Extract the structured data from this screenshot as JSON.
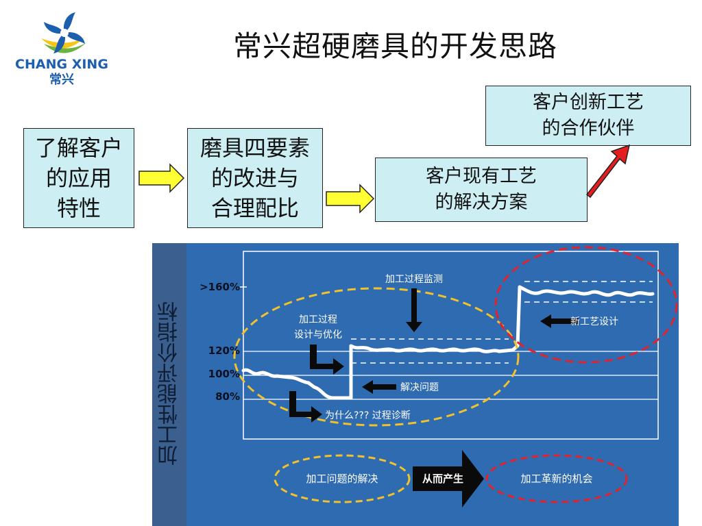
{
  "logo": {
    "text_en": "CHANG XING",
    "text_cn": "常兴"
  },
  "title": "常兴超硬磨具的开发思路",
  "flow": {
    "box1": [
      "了解客户",
      "的应用",
      "特性"
    ],
    "box2": [
      "磨具四要素",
      "的改进与",
      "合理配比"
    ],
    "box3": [
      "客户现有工艺",
      "的解决方案"
    ],
    "box4": [
      "客户创新工艺",
      "的合作伙伴"
    ]
  },
  "diagram": {
    "vertical_label": "加工性能评价指标",
    "y_ticks": [
      ">160%",
      "120%",
      "100%",
      "80%"
    ],
    "annotations": {
      "monitoring": "加工过程监测",
      "design_opt_line1": "加工过程",
      "design_opt_line2": "设计与优化",
      "solve": "解决问题",
      "diagnose": "为什么??? 过程诊断",
      "new_process": "新工艺设计"
    },
    "bottom": {
      "left": "加工问题的解决",
      "middle": "从而产生",
      "right": "加工革新的机会"
    }
  },
  "colors": {
    "box_fill": "#cdeef3",
    "panel_blue": "#2f6bb0",
    "panel_side": "#3b5f8f",
    "yellow_arrow": "#ffff33",
    "red_arrow": "#e41e1e",
    "dash_yellow": "#f2c22d",
    "dash_red": "#e0232f",
    "logo_blue": "#1c5fae",
    "logo_green": "#6cb33f",
    "logo_yellow": "#f5c518"
  }
}
